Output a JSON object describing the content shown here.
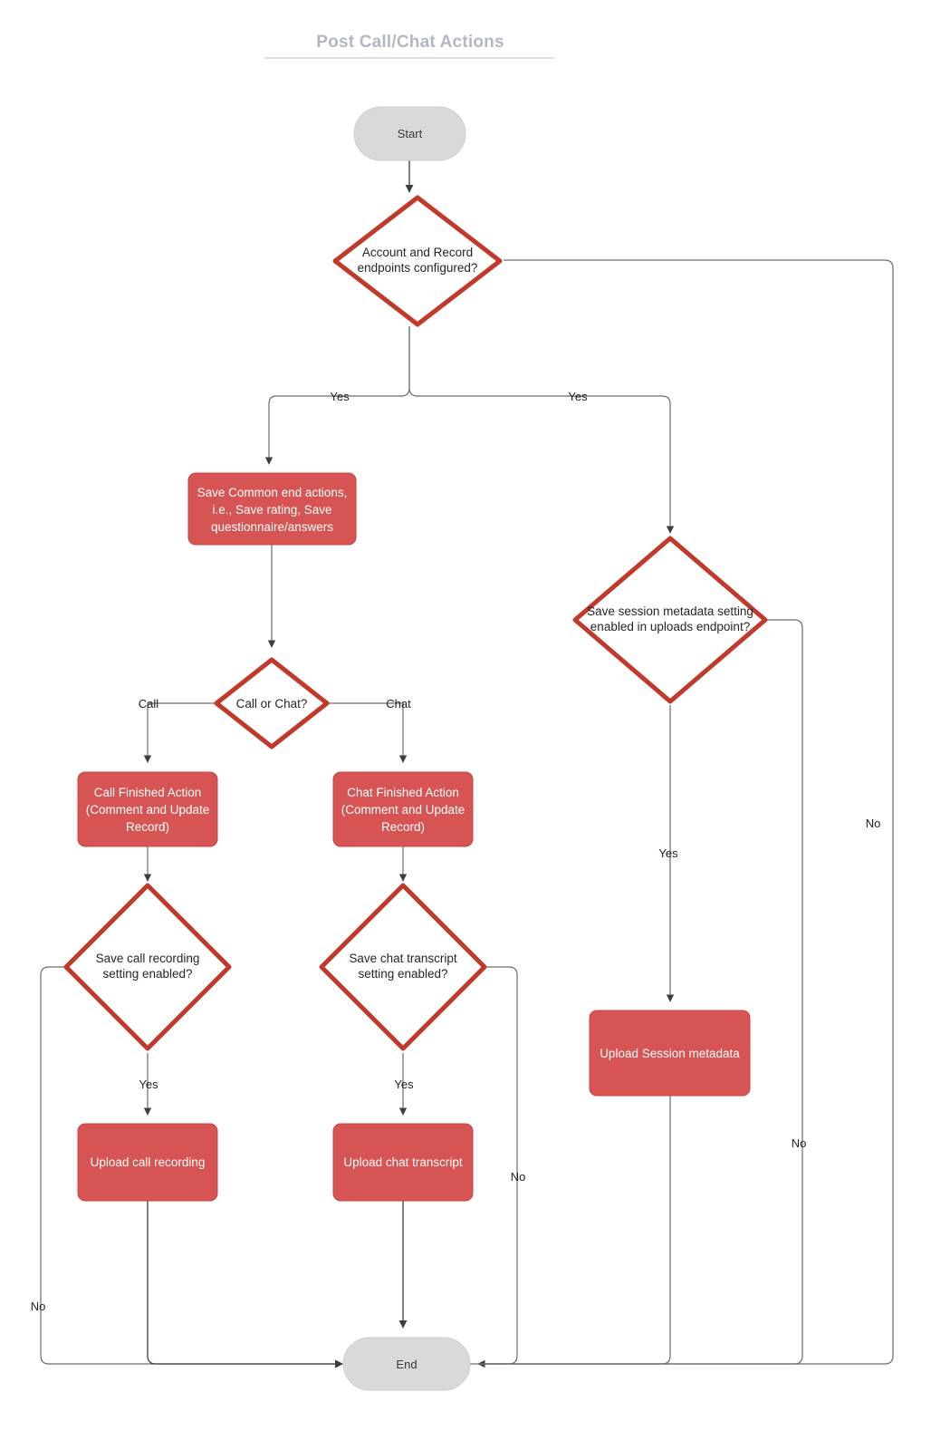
{
  "page": {
    "title": "Post Call/Chat Actions",
    "background": "#ffffff"
  },
  "colors": {
    "process_fill": "#d65453",
    "process_stroke": "#c84442",
    "decision_stroke": "#c0392b",
    "decision_fill": "#ffffff",
    "terminator_fill": "#d9d9d9",
    "edge": "#6b6b6b",
    "title": "#b3b8c0",
    "process_text": "#ffffff",
    "decision_text": "#262626"
  },
  "chart_data": {
    "type": "diagram",
    "title": "Post Call/Chat Actions",
    "nodes": [
      {
        "id": "start",
        "shape": "terminator",
        "label": "Start"
      },
      {
        "id": "d_endpoints",
        "shape": "decision",
        "label": "Account and Record endpoints configured?",
        "lines": [
          "Account and Record",
          "endpoints configured?"
        ]
      },
      {
        "id": "p_common",
        "shape": "process",
        "label": "Save Common end actions, i.e., Save rating, Save questionnaire/answers",
        "lines": [
          "Save Common end actions,",
          "i.e., Save rating, Save",
          "questionnaire/answers"
        ]
      },
      {
        "id": "d_callchat",
        "shape": "decision",
        "label": "Call or Chat?",
        "lines": [
          "Call or Chat?"
        ]
      },
      {
        "id": "p_callfin",
        "shape": "process",
        "label": "Call Finished Action (Comment and Update Record)",
        "lines": [
          "Call Finished Action",
          "(Comment and Update",
          "Record)"
        ]
      },
      {
        "id": "p_chatfin",
        "shape": "process",
        "label": "Chat Finished Action (Comment and Update Record)",
        "lines": [
          "Chat Finished Action",
          "(Comment and Update",
          "Record)"
        ]
      },
      {
        "id": "d_callrec",
        "shape": "decision",
        "label": "Save call recording setting enabled?",
        "lines": [
          "Save call recording",
          "setting enabled?"
        ]
      },
      {
        "id": "d_chattrans",
        "shape": "decision",
        "label": "Save chat transcript setting enabled?",
        "lines": [
          "Save chat transcript",
          "setting enabled?"
        ]
      },
      {
        "id": "p_upcall",
        "shape": "process",
        "label": "Upload call recording",
        "lines": [
          "Upload call recording"
        ]
      },
      {
        "id": "p_upchat",
        "shape": "process",
        "label": "Upload chat transcript",
        "lines": [
          "Upload chat transcript"
        ]
      },
      {
        "id": "d_sessmeta",
        "shape": "decision",
        "label": "Save session metadata setting enabled in uploads endpoint?",
        "lines": [
          "Save session metadata setting",
          "enabled in uploads endpoint?"
        ]
      },
      {
        "id": "p_upmeta",
        "shape": "process",
        "label": "Upload Session metadata",
        "lines": [
          "Upload Session metadata"
        ]
      },
      {
        "id": "end",
        "shape": "terminator",
        "label": "End"
      }
    ],
    "edges": [
      {
        "from": "start",
        "to": "d_endpoints",
        "label": ""
      },
      {
        "from": "d_endpoints",
        "to": "p_common",
        "label": "Yes"
      },
      {
        "from": "d_endpoints",
        "to": "d_sessmeta",
        "label": "Yes"
      },
      {
        "from": "d_endpoints",
        "to": "end",
        "label": "No"
      },
      {
        "from": "p_common",
        "to": "d_callchat",
        "label": ""
      },
      {
        "from": "d_callchat",
        "to": "p_callfin",
        "label": "Call"
      },
      {
        "from": "d_callchat",
        "to": "p_chatfin",
        "label": "Chat"
      },
      {
        "from": "p_callfin",
        "to": "d_callrec",
        "label": ""
      },
      {
        "from": "p_chatfin",
        "to": "d_chattrans",
        "label": ""
      },
      {
        "from": "d_callrec",
        "to": "p_upcall",
        "label": "Yes"
      },
      {
        "from": "d_callrec",
        "to": "end",
        "label": "No"
      },
      {
        "from": "d_chattrans",
        "to": "p_upchat",
        "label": "Yes"
      },
      {
        "from": "d_chattrans",
        "to": "end",
        "label": "No"
      },
      {
        "from": "p_upcall",
        "to": "end",
        "label": ""
      },
      {
        "from": "p_upchat",
        "to": "end",
        "label": ""
      },
      {
        "from": "d_sessmeta",
        "to": "p_upmeta",
        "label": "Yes"
      },
      {
        "from": "d_sessmeta",
        "to": "end",
        "label": "No"
      },
      {
        "from": "p_upmeta",
        "to": "end",
        "label": ""
      }
    ],
    "edge_labels": {
      "yes_left": "Yes",
      "yes_right": "Yes",
      "no_far_right": "No",
      "call": "Call",
      "chat": "Chat",
      "yes_callrec": "Yes",
      "yes_chattrans": "Yes",
      "no_callrec": "No",
      "no_chattrans": "No",
      "yes_sessmeta": "Yes",
      "no_sessmeta": "No"
    }
  }
}
